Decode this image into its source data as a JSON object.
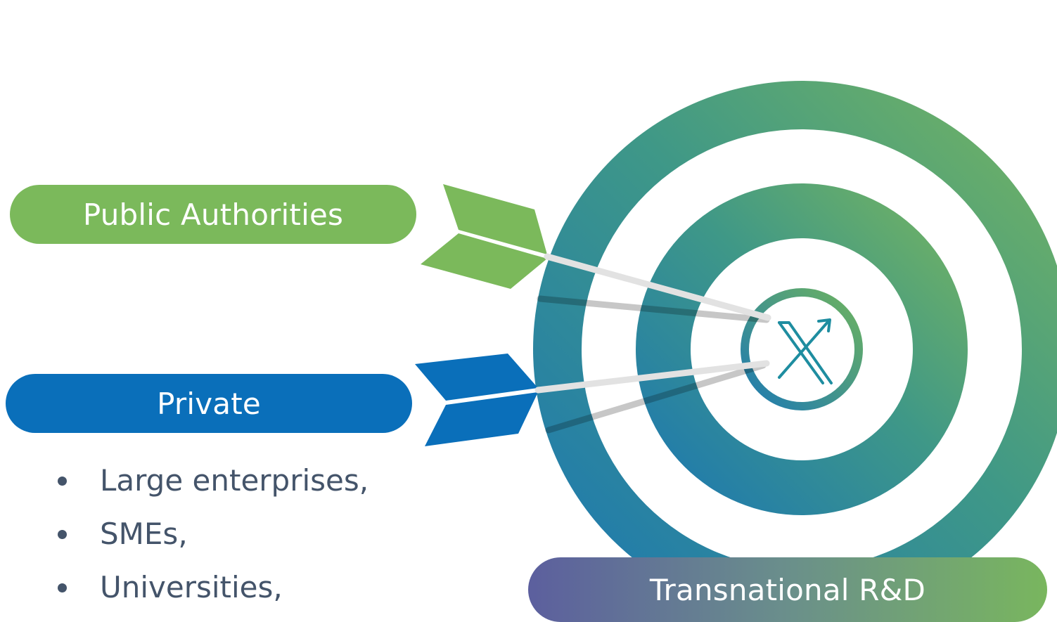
{
  "labels": {
    "public_authorities": "Public Authorities",
    "private": "Private",
    "transnational": "Transnational R&D"
  },
  "private_list": [
    "Large enterprises,",
    "SMEs,",
    "Universities,"
  ],
  "icons": {
    "target": "target-icon",
    "bullseye": "transnational-logo-icon",
    "arrow_green": "arrow-icon",
    "arrow_blue": "arrow-icon"
  },
  "colors": {
    "green": "#7bb95b",
    "blue": "#0a6fba",
    "teal": "#1e7ea9",
    "text_gray": "#44546a",
    "gradient_start": "#5c5f9e",
    "gradient_end": "#79b65e"
  }
}
